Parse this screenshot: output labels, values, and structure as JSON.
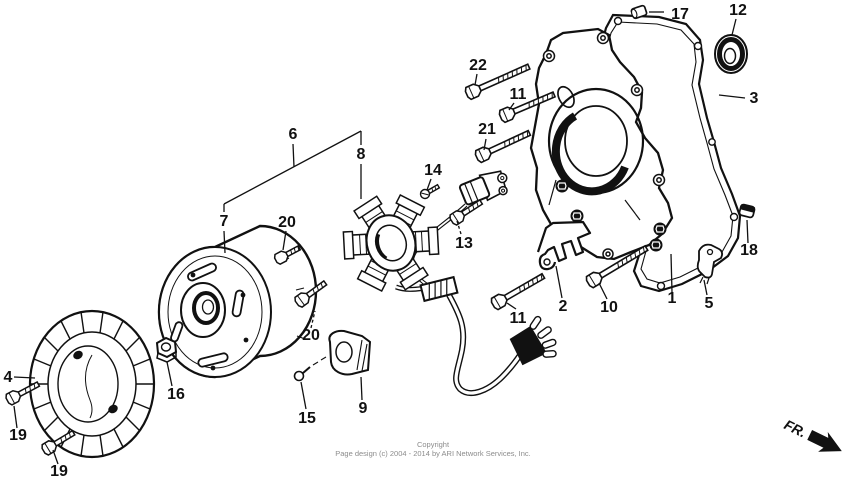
{
  "callouts": {
    "c1": "1",
    "c2": "2",
    "c3": "3",
    "c4": "4",
    "c5": "5",
    "c6": "6",
    "c7": "7",
    "c8": "8",
    "c9": "9",
    "c10": "10",
    "c11a": "11",
    "c11b": "11",
    "c12": "12",
    "c13": "13",
    "c14": "14",
    "c15": "15",
    "c16": "16",
    "c17": "17",
    "c18": "18",
    "c19a": "19",
    "c19b": "19",
    "c20a": "20",
    "c20b": "20",
    "c21": "21",
    "c22": "22"
  },
  "footer": {
    "copyright_line1": "Copyright",
    "copyright_line2": "Page design (c) 2004 - 2014 by ARI Network Services, Inc.",
    "direction_label": "FR."
  },
  "colors": {
    "line": "#111111",
    "background": "#ffffff",
    "watermark": "#8c8c8c"
  }
}
